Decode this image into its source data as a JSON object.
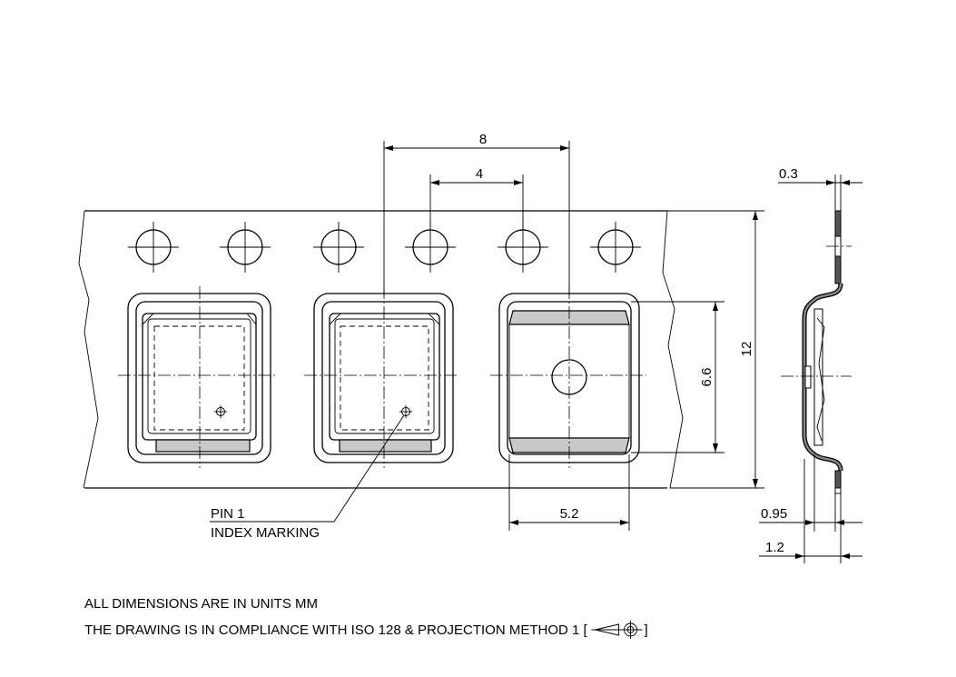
{
  "dimensions": {
    "pitch": "8",
    "hole_pitch": "4",
    "tape_width": "12",
    "pocket_height": "6.6",
    "pocket_width": "5.2",
    "thickness_top": "0.3",
    "thickness_pocket": "0.95",
    "thickness_total": "1.2"
  },
  "labels": {
    "pin1_line1": "PIN 1",
    "pin1_line2": "INDEX MARKING"
  },
  "notes": {
    "units": "ALL DIMENSIONS ARE IN UNITS MM",
    "compliance_prefix": "THE DRAWING IS IN COMPLIANCE WITH ISO 128 & PROJECTION METHOD 1 [",
    "compliance_suffix": "]"
  }
}
